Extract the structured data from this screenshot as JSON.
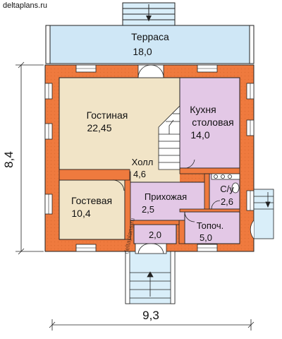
{
  "watermark_text": "deltaplans.ru",
  "dimensions": {
    "height": "8,4",
    "width": "9,3"
  },
  "rooms": {
    "terrace": {
      "name": "Терраса",
      "area": "18,0"
    },
    "living": {
      "name": "Гостиная",
      "area": "22,45"
    },
    "kitchen": {
      "name_line1": "Кухня",
      "name_line2": "столовая",
      "area": "14,0"
    },
    "hall": {
      "name": "Холл",
      "area": "4,6"
    },
    "guest": {
      "name": "Гостевая",
      "area": "10,4"
    },
    "entrance": {
      "name": "Прихожая",
      "area": "2,5"
    },
    "bathroom": {
      "name": "С/у",
      "area": "2,6"
    },
    "vestibule": {
      "area": "2,0"
    },
    "boiler": {
      "name": "Топоч.",
      "area": "5,0"
    }
  },
  "colors": {
    "wall": "#ef7a3e",
    "wall_dots": "#c75a22",
    "terrace": "#cfe7f6",
    "porch": "#d9eef9",
    "living": "#f1e4c7",
    "kitchen": "#e3c8e6",
    "hall": "#f1e4c7",
    "guest": "#f1e4c7",
    "entrance": "#e3c8e6",
    "bathroom": "#e3c8e6",
    "vestibule": "#e3c8e6",
    "boiler": "#e3c8e6",
    "lines": "#222222"
  }
}
